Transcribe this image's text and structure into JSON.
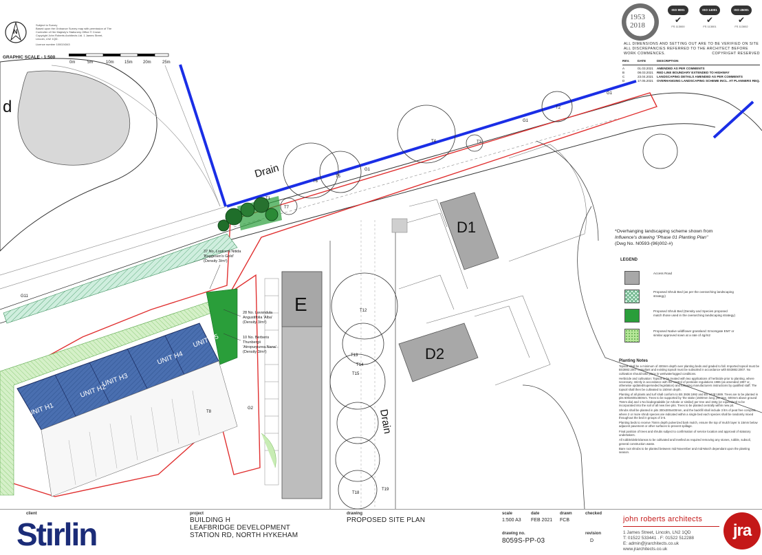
{
  "header": {
    "survey_note_lines": [
      "Subject to Survey",
      "Based upon the Ordnance Survey map with permission of The",
      "Controller of Her Majesty's Stationery Office © Crown",
      "Copyright John Roberts Architects Ltd. 1 James Street,",
      "Lincoln, LN2 1QD.",
      "Licence number 100024343"
    ],
    "north_label": "N",
    "graphic_scale_label": "GRAPHIC SCALE - 1:500",
    "scale_ticks": [
      "0m",
      "5m",
      "10m",
      "15m",
      "20m",
      "25m"
    ],
    "seal_years": [
      "1953",
      "2018"
    ],
    "cert_labels": [
      "ISO 9001",
      "ISO 14001",
      "ISO 45001"
    ],
    "cert_numbers": [
      "FS 113000",
      "FS 113001",
      "FS 113002"
    ],
    "dimension_note": [
      "ALL DIMENSIONS AND SETTING OUT ARE TO BE VERIFIED ON SITE",
      "ALL DISCREPANCIES REFERRED TO THE ARCHITECT BEFORE",
      "WORK COMMENCES.",
      "COPYRIGHT RESERVED"
    ]
  },
  "revisions": {
    "headers": [
      "REV.",
      "DATE",
      "DESCRIPTION"
    ],
    "rows": [
      {
        "rev": "A",
        "date": "01.03.2021",
        "desc": "AMENDED AS PER COMMENTS"
      },
      {
        "rev": "B",
        "date": "08.03.2021",
        "desc": "RED LINE BOUNDARY EXTENDED TO HIGHWAY"
      },
      {
        "rev": "C",
        "date": "23.04.2021",
        "desc": "LANDSCAPING DETAILS AMENDED AS PER COMMENTS"
      },
      {
        "rev": "D",
        "date": "17.05.2021",
        "desc": "OVERHANGING LANDSCAPING SCHEME INCL. AT PLANNERS REQ."
      }
    ]
  },
  "plan": {
    "labels": {
      "d_partial": "d",
      "drain_top": "Drain",
      "drain_right": "Drain",
      "building_e": "E",
      "building_d1": "D1",
      "building_d2": "D2",
      "units": [
        "UNIT H1",
        "UNIT H2",
        "UNIT H3",
        "UNIT H4",
        "UNIT H5"
      ]
    },
    "trees": [
      "T1",
      "T2",
      "T4",
      "T3",
      "T5",
      "T6",
      "T7",
      "T8",
      "T12",
      "T13",
      "T14",
      "T15",
      "T18",
      "T19",
      "G1",
      "G1",
      "G1",
      "G2",
      "G11"
    ],
    "planting_callouts": [
      "37 No. Lonicera Nitida 'Baggesen's Gold' (Density 3/m²)",
      "28 No. Lavandula Angustifolia 'Alba' (Density 3/m²)",
      "10 No. Berberis Thunbergii 'Atropurpurea Nana' (Density 3/m²)"
    ]
  },
  "overhang_note": [
    "*Overhanging landscaping scheme shown from",
    "Influence's drawing \"Phase 01 Planting Plan\"",
    "(Dwg No. N0593-(96)002-#)"
  ],
  "legend": {
    "title": "LEGEND",
    "items": [
      {
        "label": "Access Road",
        "color": "#a8a8a8"
      },
      {
        "label": "Proposed Shrub Bed (as per the overarching landscaping strategy)",
        "color": "#8fd8a8"
      },
      {
        "label": "Proposed Shrub Bed (Density and Species proposed match those used in the overarching landscaping strategy)",
        "color": "#2a9e3a"
      },
      {
        "label": "Proposed Native wildflower grassland: Emorsgate EM7 or similar approved sown at a rate of 4g/m2",
        "color": "#b8e89a"
      }
    ]
  },
  "planting_notes": {
    "title": "Planting Notes",
    "paragraphs": [
      "Topsoil shall be a minimum of 400mm depth over planting beds and graded to fall. Imported topsoil must be BS3882:2007 compliant and existing topsoil must be subsoiled in accordance with BS3882:2007. No cultivation should take place in wet/waterlogged conditions.",
      "Herbicide and cultivation: Topsoil to be treated with two applications of herbicide prior to planting, where necessary, strictly in accordance with the control of pesticide regulations 1986 (as amended 1997 or, otherwise updated/superseded legislation) and following manufacturers instructions by qualified staff. The topsoil shall then be cultivated to 150mm depth.",
      "Planting of all plants and turf shall conform to BS 3936:1992 and BS 4428:1989. Trees are to be planted in pits 600x600x450mm. Trees to be supported by 'the stake (1500mm long, per tree, 600mm above ground 75mm dia) and 1 No biodegradable (or Arbotie or similar) per tree and 150g (or equivalent) to be incorporated into the soil of all new tree pits. Trees to be planted centrally within new pit.",
      "Shrubs shall be planted in pits 300x300x400mm, and the backfill shall include 3 ltrs of peat free compost, where 2 or more shrub species are indicated within a single bed each species shall be randomly mixed throughout the bed in groups of 3-5.",
      "Planting beds to receive 75mm depth pulverized bark mulch, ensure the top of mulch layer is 15mm below adjacent pavement or other surfaces to prevent spillage.",
      "Final position of trees and shrubs subject to confirmation of service location and approval of statutory undertakers.",
      "All rubble/debris/areas to be cultivated and levelled as required removing any stones, rubble, subsoil, general construction waste.",
      "Bare root shrubs to be planted between mid-November and mid-March dependant upon the planting season."
    ]
  },
  "title_block": {
    "client_label": "client",
    "client_name": "Stirlin",
    "project_label": "project",
    "project_lines": [
      "BUILDING H",
      "LEAFBRIDGE DEVELOPMENT",
      "STATION RD, NORTH HYKEHAM"
    ],
    "drawing_label": "drawing",
    "drawing_title": "PROPOSED SITE PLAN",
    "scale_label": "scale",
    "scale_value": "1:500 A3",
    "date_label": "date",
    "date_value": "FEB 2021",
    "drawn_label": "drawn",
    "drawn_value": "FCB",
    "checked_label": "checked",
    "checked_value": "",
    "drawing_no_label": "drawing no.",
    "drawing_no": "8059S-PP-03",
    "revision_label": "revision",
    "revision_value": "D",
    "firm_name": "john roberts architects",
    "firm_address": [
      "1 James Street, Lincoln, LN2 1QD",
      "T: 01522 533441 . F: 01522 512288",
      "E: admin@jrarchitects.co.uk",
      "www.jrarchitects.co.uk"
    ],
    "firm_logo_text": "jra"
  }
}
